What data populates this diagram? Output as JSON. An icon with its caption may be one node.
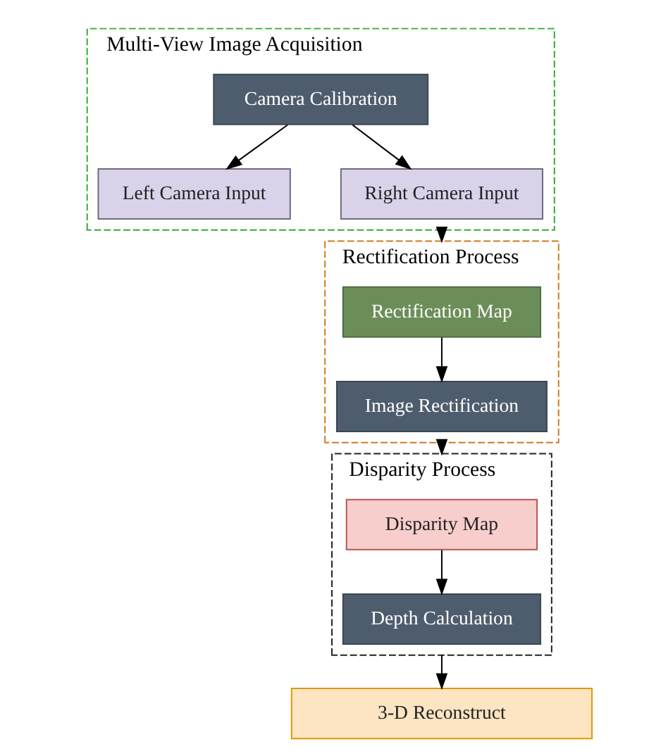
{
  "diagram": {
    "nodes": [
      {
        "text": [
          "Multi-View Image Acquisition"
        ]
      },
      {
        "text": [
          "Camera Calibration"
        ],
        "in": 0
      },
      {
        "text": [
          "Left Camera Input"
        ],
        "in": 0
      },
      {
        "text": [
          "Right Camera Input"
        ],
        "in": 0
      },
      {
        "text": [
          "Rectification Process"
        ]
      },
      {
        "text": [
          "Rectification Map"
        ],
        "in": 4
      },
      {
        "text": [
          "Image Rectification"
        ],
        "in": 4
      },
      {
        "text": [
          "Disparity Process"
        ]
      },
      {
        "text": [
          "Disparity Map"
        ],
        "in": 7
      },
      {
        "text": [
          "Depth Calculation"
        ],
        "in": 7
      },
      {
        "text": [
          "3-D Reconstruct"
        ]
      }
    ],
    "edges": [
      {
        "from": 1,
        "to": 2,
        "arrow": "to"
      },
      {
        "from": 1,
        "to": 3,
        "arrow": "to"
      },
      {
        "from": 0,
        "to": 4,
        "arrow": "to"
      },
      {
        "from": 5,
        "to": 6,
        "arrow": "to"
      },
      {
        "from": 4,
        "to": 7,
        "arrow": "to"
      },
      {
        "from": 8,
        "to": 9,
        "arrow": "to"
      },
      {
        "from": 7,
        "to": 10,
        "arrow": "to"
      }
    ]
  }
}
